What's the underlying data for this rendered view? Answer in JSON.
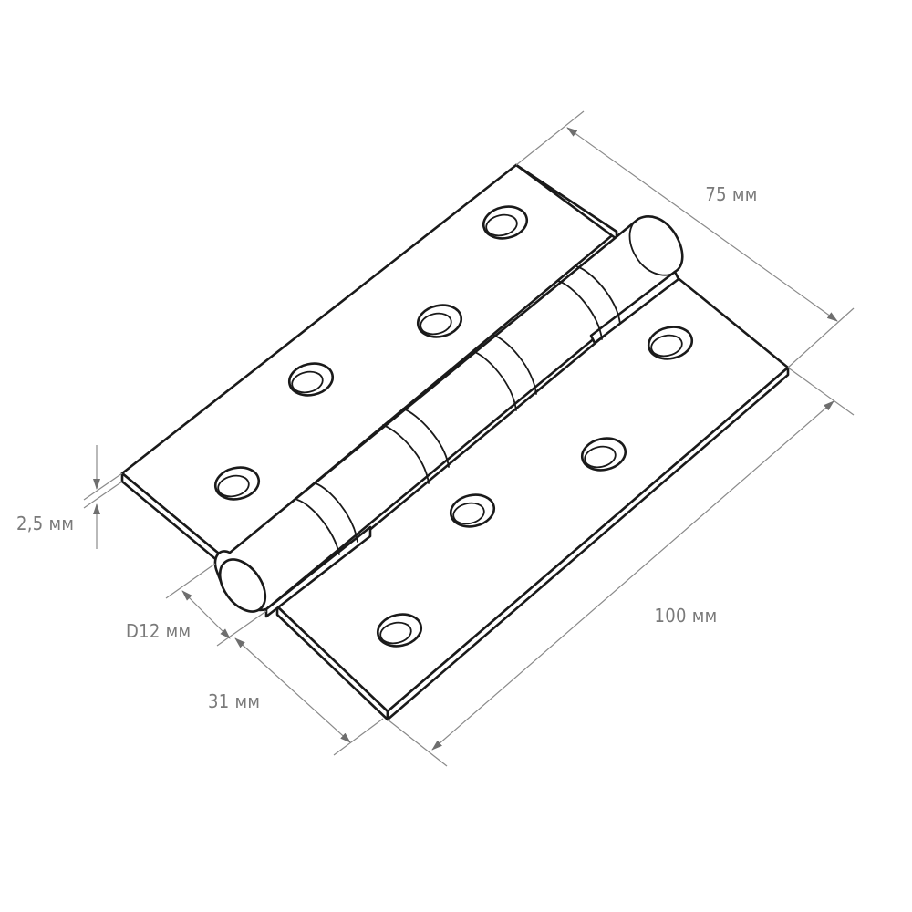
{
  "dimensions": {
    "width": "75 мм",
    "length": "100 мм",
    "thickness": "2,5 мм",
    "knuckle_diameter": "D12 мм",
    "leaf_offset": "31 мм"
  }
}
